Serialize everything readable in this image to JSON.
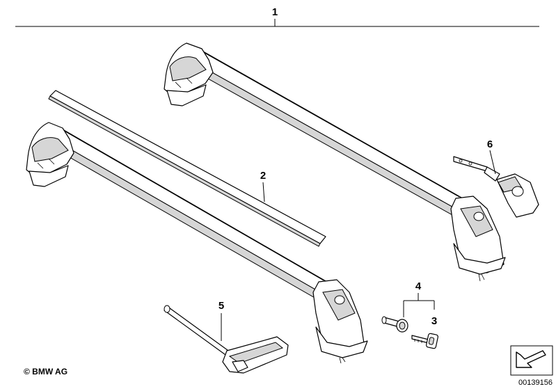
{
  "callouts": {
    "c1": "1",
    "c2": "2",
    "c3": "3",
    "c4": "4",
    "c5": "5",
    "c6": "6"
  },
  "footer": {
    "copyright": "© BMW AG",
    "diagram_code": "00139156"
  },
  "icons": {
    "nav_arrow": "arrow-icon"
  },
  "colors": {
    "line": "#000000",
    "shade": "#d6d6d6",
    "background": "#ffffff"
  }
}
